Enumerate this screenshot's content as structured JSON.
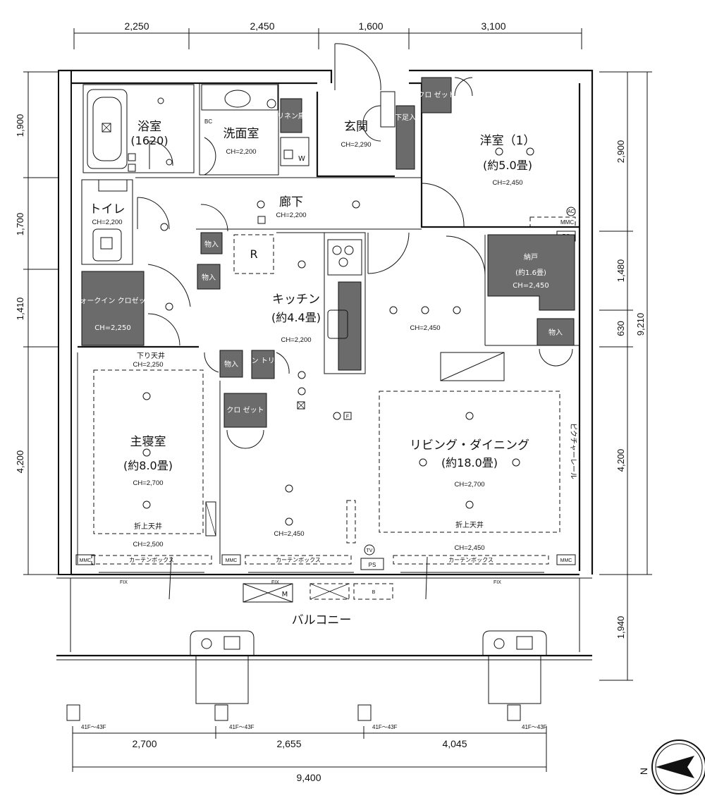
{
  "dimensions": {
    "top": [
      "2,250",
      "2,450",
      "1,600",
      "3,100"
    ],
    "bottom": [
      "2,700",
      "2,655",
      "4,045"
    ],
    "bottom_total": "9,400",
    "left": [
      "1,900",
      "1,700",
      "1,410",
      "4,200"
    ],
    "right": [
      "2,900",
      "1,480",
      "630",
      "4,200",
      "1,940"
    ],
    "right_total": "9,210"
  },
  "rooms": {
    "bath": {
      "name": "浴室",
      "size": "(1620)"
    },
    "washroom": {
      "name": "洗面室",
      "ch": "CH=2,200"
    },
    "entrance": {
      "name": "玄関",
      "ch": "CH=2,290"
    },
    "western1": {
      "name": "洋室（1）",
      "size": "(約5.0畳)",
      "ch": "CH=2,450"
    },
    "toilet": {
      "name": "トイレ",
      "ch": "CH=2,200"
    },
    "hallway": {
      "name": "廊下",
      "ch": "CH=2,200"
    },
    "kitchen": {
      "name": "キッチン",
      "size": "(約4.4畳)",
      "ch": "CH=2,200"
    },
    "closet_storage": {
      "name": "納戸",
      "size": "(約1.6畳)",
      "ch": "CH=2,450"
    },
    "walkin": {
      "name": "ウォークイン\nクロゼット",
      "ch": "CH=2,250"
    },
    "master": {
      "name": "主寝室",
      "size": "(約8.0畳)",
      "ch": "CH=2,700",
      "ceiling": "折上天井",
      "ch2": "CH=2,500"
    },
    "living": {
      "name": "リビング・ダイニング",
      "size": "(約18.0畳)",
      "ch": "CH=2,700",
      "ceiling": "折上天井",
      "ch2": "CH=2,450"
    },
    "center": {
      "ch": "CH=2,450"
    },
    "center2": {
      "ch": "CH=2,450"
    },
    "balcony": {
      "name": "バルコニー"
    }
  },
  "labels": {
    "sagari": "下り天井",
    "sagari_ch": "CH=2,250",
    "closet": "クロ\nゼット",
    "storage": "物入",
    "linen": "リネン庫",
    "shoes": "下足入",
    "pantry": "パン\nトリー",
    "curtain_box": "カーテンボックス",
    "picture_rail": "ピクチャーレール",
    "fix": "FIX",
    "mmc": "MMC",
    "ps": "PS",
    "ac": "AC",
    "tv": "TV",
    "bc": "BC",
    "r": "R",
    "w": "W",
    "m": "M",
    "b": "B",
    "f": "F",
    "floors": "41F～43F",
    "compass": "N"
  },
  "colors": {
    "line": "#111111",
    "storage_fill": "#6b6b6b",
    "background": "#ffffff"
  }
}
